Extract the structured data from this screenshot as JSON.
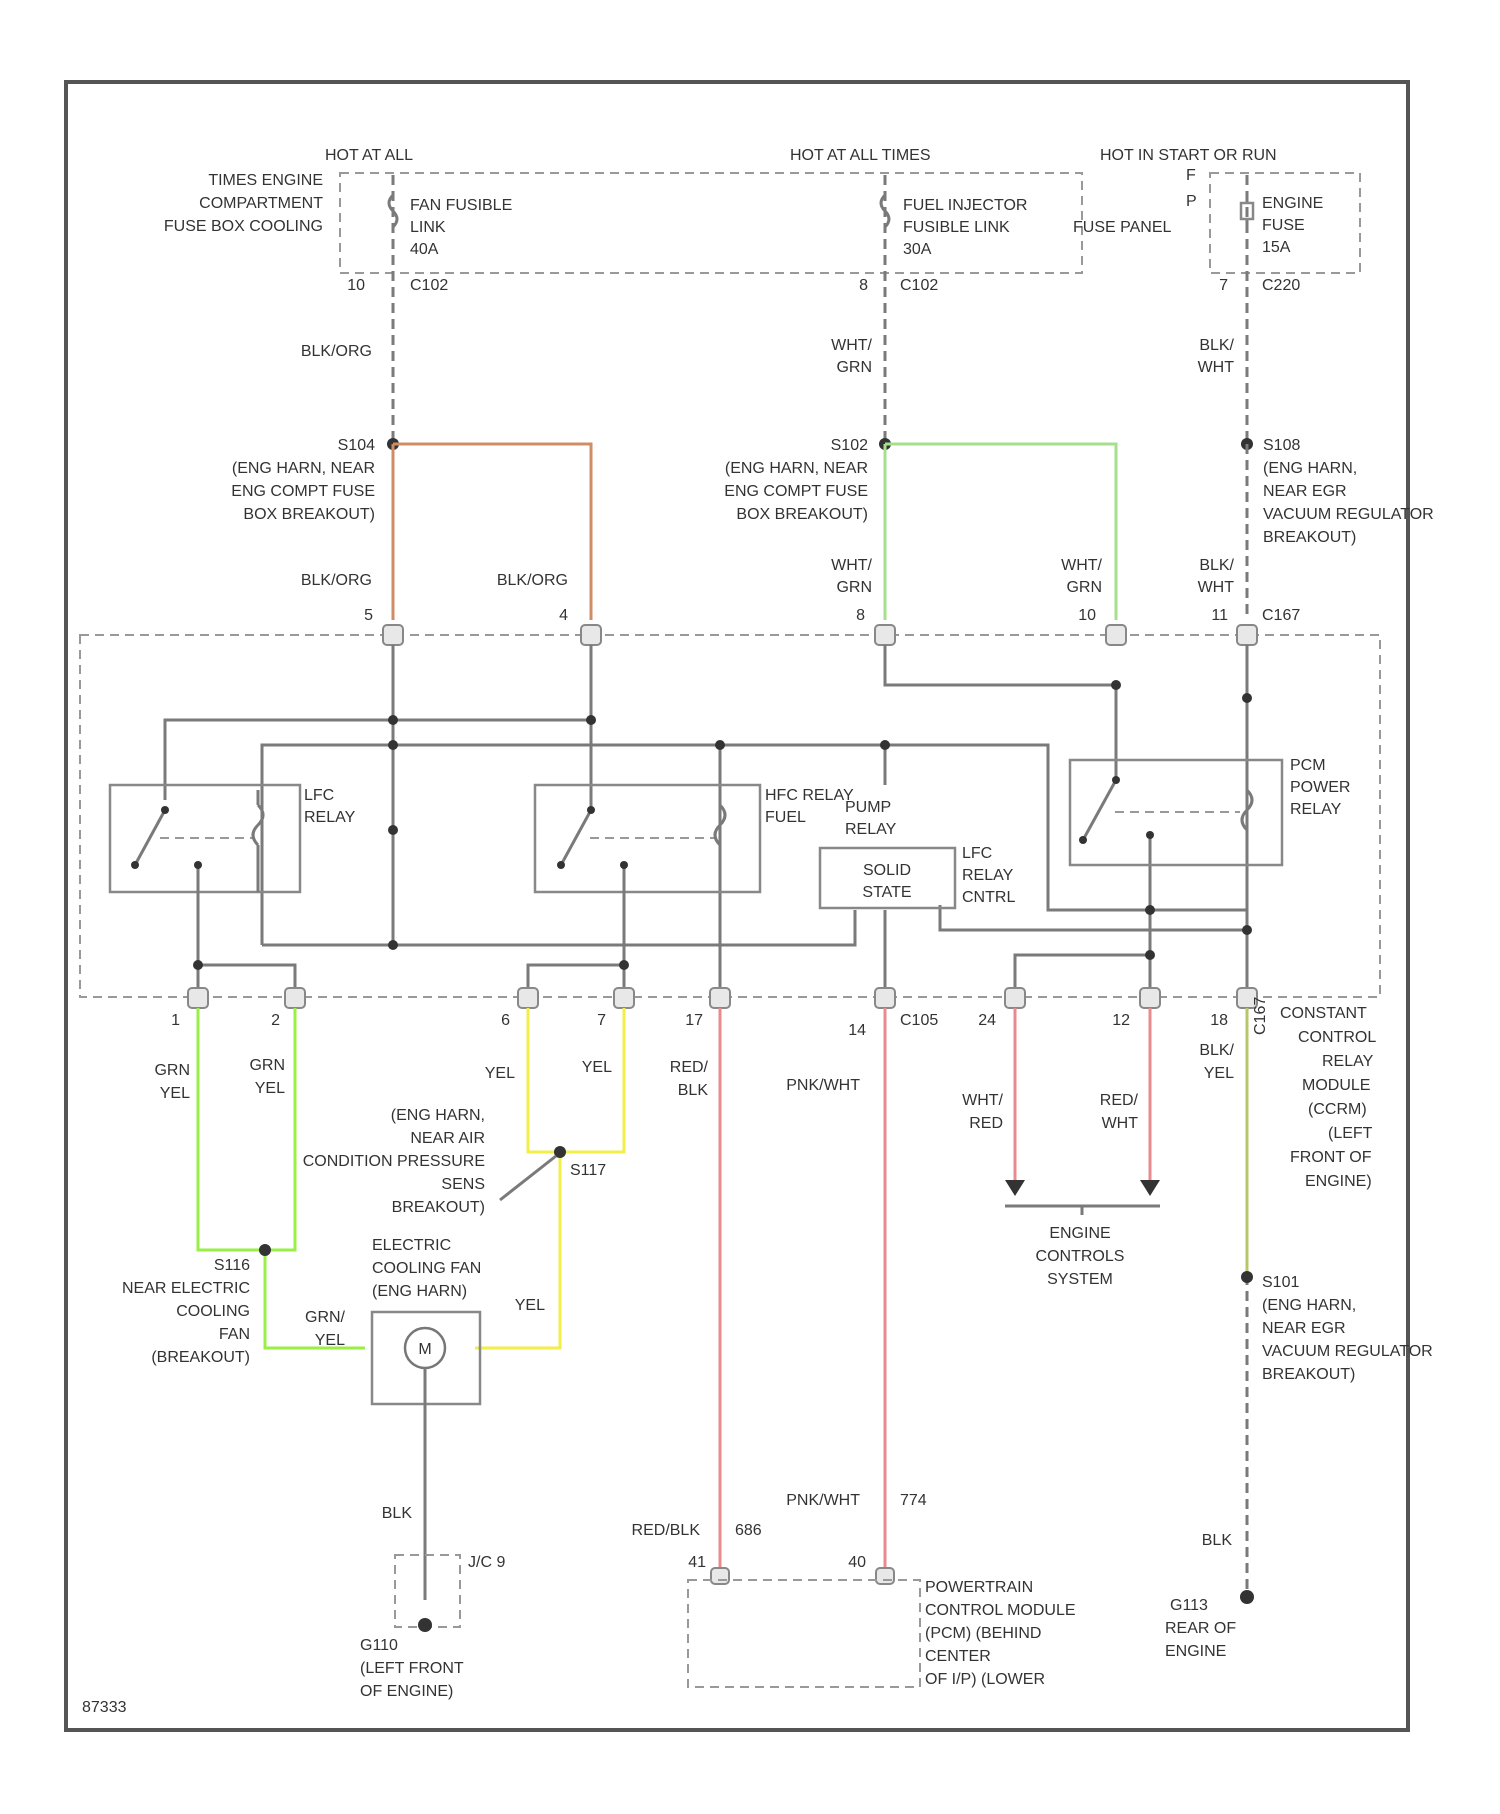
{
  "colors": {
    "orange_wire": "#cf8d66",
    "green_wire": "#a6e08c",
    "lime_wire": "#99ef44",
    "yellow_wire": "#f2ee4a",
    "red_wire": "#e88b8f",
    "olive_wire": "#b8c66a"
  },
  "top": {
    "hot1": "HOT AT ALL",
    "hot1_cont": "TIMES ENGINE",
    "fuse_box_1": "COMPARTMENT",
    "fuse_box_2": "FUSE BOX COOLING",
    "hot2": "HOT AT ALL TIMES",
    "hot3": "HOT IN START OR RUN",
    "fan_link_1": "FAN FUSIBLE",
    "fan_link_2": "LINK",
    "fan_link_3": "40A",
    "fuel_link_1": "FUEL INJECTOR",
    "fuel_link_2": "FUSIBLE LINK",
    "fuel_link_3": "30A",
    "fuse_panel": "FUSE PANEL",
    "eng_fuse_1": "ENGINE",
    "eng_fuse_2": "FUSE",
    "eng_fuse_3": "15A",
    "pin1_num": "10",
    "pin1_conn": "C102",
    "pin2_num": "8",
    "pin2_conn": "C102",
    "pin3_num": "7",
    "pin3_conn": "C220"
  },
  "wires_upper": {
    "w1": "BLK/ORG",
    "w2_a": "WHT/",
    "w2_b": "GRN",
    "w3_a": "BLK/",
    "w3_b": "WHT"
  },
  "splices": {
    "s1_id": "S104",
    "s1_l1": "(ENG HARN, NEAR",
    "s1_l2": "ENG COMPT FUSE",
    "s1_l3": "BOX BREAKOUT)",
    "s2_id": "S102",
    "s2_l1": "(ENG HARN, NEAR",
    "s2_l2": "ENG COMPT FUSE",
    "s2_l3": "BOX BREAKOUT)",
    "s3_id": "S108",
    "s3_l1": "(ENG HARN,",
    "s3_l2": "NEAR EGR",
    "s3_l3": "VACUUM REGULATOR",
    "s3_l4": "BREAKOUT)"
  },
  "module_top": {
    "w_left": "BLK/ORG",
    "w_mid": "BLK/ORG",
    "w_green1_a": "WHT/",
    "w_green1_b": "GRN",
    "w_green2_a": "WHT/",
    "w_green2_b": "GRN",
    "w_right_a": "BLK/",
    "w_right_b": "WHT",
    "p1": "5",
    "p2": "4",
    "p3": "8",
    "p4": "10",
    "p5": "11",
    "conn": "C167"
  },
  "module": {
    "lfc_1": "LFC",
    "lfc_2": "RELAY",
    "hfc_1": "HFC RELAY",
    "hfc_2": "FUEL",
    "pump_1": "PUMP",
    "pump_2": "RELAY",
    "solid_1": "SOLID",
    "solid_2": "STATE",
    "lfc_ctrl_1": "LFC",
    "lfc_ctrl_2": "RELAY",
    "lfc_ctrl_3": "CNTRL",
    "pcm_1": "PCM",
    "pcm_2": "POWER",
    "pcm_3": "RELAY",
    "ccrm_1": "CONSTANT",
    "ccrm_2": "CONTROL",
    "ccrm_3": "RELAY",
    "ccrm_4": "MODULE",
    "ccrm_5": "(CCRM)",
    "ccrm_6": "(LEFT",
    "ccrm_7": "FRONT OF",
    "ccrm_8": "ENGINE)",
    "bot_p1": "1",
    "bot_p2": "2",
    "bot_p3": "6",
    "bot_p4": "7",
    "bot_p5": "17",
    "bot_p6": "14",
    "bot_conn": "C105",
    "bot_p7": "24",
    "bot_p8": "12",
    "bot_p9": "18",
    "bot_conn2": "C167"
  },
  "lower": {
    "grn_yel1_a": "GRN",
    "grn_yel1_b": "YEL",
    "grn_yel2_a": "GRN",
    "grn_yel2_b": "YEL",
    "yel1": "YEL",
    "yel2": "YEL",
    "red_blk_a": "RED/",
    "red_blk_b": "BLK",
    "pnk_wht": "PNK/WHT",
    "wht_red_a": "WHT/",
    "wht_red_b": "RED",
    "red_wht_a": "RED/",
    "red_wht_b": "WHT",
    "blk_yel_a": "BLK/",
    "blk_yel_b": "YEL",
    "s117_1": "(ENG HARN,",
    "s117_2": "NEAR AIR",
    "s117_3": "CONDITION PRESSURE",
    "s117_4": "SENS",
    "s117_5": "BREAKOUT)",
    "s117_id": "S117",
    "ecs_1": "ENGINE",
    "ecs_2": "CONTROLS",
    "ecs_3": "SYSTEM",
    "fan_1": "ELECTRIC",
    "fan_2": "COOLING FAN",
    "fan_3": "(ENG HARN)",
    "s116_id": "S116",
    "s116_1": "NEAR ELECTRIC",
    "s116_2": "COOLING",
    "s116_3": "FAN",
    "s116_4": "(BREAKOUT)",
    "fan_grn_a": "GRN/",
    "fan_grn_b": "YEL",
    "fan_yel": "YEL",
    "motor": "M",
    "s101_id": "S101",
    "s101_1": "(ENG HARN,",
    "s101_2": "NEAR EGR",
    "s101_3": "VACUUM REGULATOR",
    "s101_4": "BREAKOUT)",
    "blk_gnd": "BLK",
    "blk_right": "BLK",
    "jack": "J/C 9",
    "g110_id": "G110",
    "g110_1": "(LEFT FRONT",
    "g110_2": "OF ENGINE)",
    "g113_id": "G113",
    "g113_1": "REAR OF",
    "g113_2": "ENGINE",
    "red_blk_bot": "RED/BLK",
    "num_686": "686",
    "pnk_wht_bot": "PNK/WHT",
    "num_774": "774",
    "pcm_p1": "41",
    "pcm_p2": "40",
    "pcm_1": "POWERTRAIN",
    "pcm_2": "CONTROL MODULE",
    "pcm_3": "(PCM) (BEHIND",
    "pcm_4": "CENTER",
    "pcm_5": "OF I/P) (LOWER"
  },
  "footer": "87333"
}
